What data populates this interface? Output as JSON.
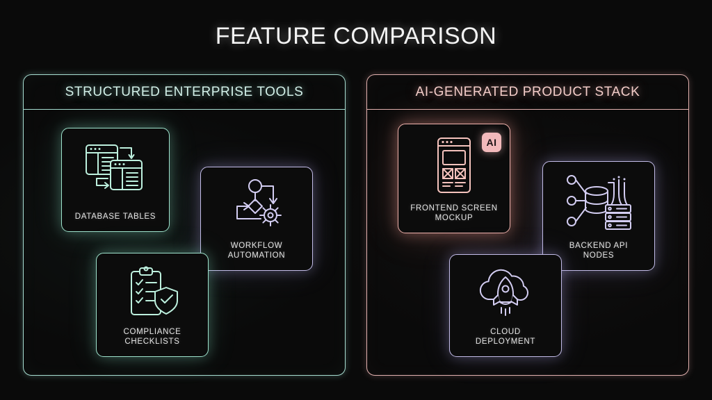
{
  "page": {
    "title": "FEATURE COMPARISON",
    "background_color": "#0a0a0a",
    "title_color": "#f4f4f4"
  },
  "panels": [
    {
      "id": "structured-enterprise-tools",
      "header": "STRUCTURED ENTERPRISE TOOLS",
      "accent_color": "#a8ded2",
      "cards": [
        {
          "id": "database-tables",
          "label": "DATABASE TABLES",
          "icon": "database-tables-icon",
          "theme": "mint",
          "border_color": "#9fe3cd",
          "badge": null
        },
        {
          "id": "workflow-automation",
          "label": "WORKFLOW\nAUTOMATION",
          "icon": "workflow-gear-icon",
          "theme": "lavender",
          "border_color": "#c3bce8",
          "badge": null
        },
        {
          "id": "compliance-checklists",
          "label": "COMPLIANCE\nCHECKLISTS",
          "icon": "clipboard-shield-icon",
          "theme": "mint",
          "border_color": "#9fe3cd",
          "badge": null
        }
      ]
    },
    {
      "id": "ai-generated-product-stack",
      "header": "AI-GENERATED PRODUCT STACK",
      "accent_color": "#e3b2b0",
      "cards": [
        {
          "id": "frontend-screen-mockup",
          "label": "FRONTEND SCREEN\nMOCKUP",
          "icon": "wireframe-mockup-icon",
          "theme": "pink",
          "border_color": "#f0b3ae",
          "badge": "AI",
          "badge_color": "#f2b9bb"
        },
        {
          "id": "backend-api-nodes",
          "label": "BACKEND API\nNODES",
          "icon": "database-server-nodes-icon",
          "theme": "lavender",
          "border_color": "#c3bce8",
          "badge": null
        },
        {
          "id": "cloud-deployment",
          "label": "CLOUD\nDEPLOYMENT",
          "icon": "cloud-rocket-icon",
          "theme": "lavender",
          "border_color": "#c3bce8",
          "badge": null
        }
      ]
    }
  ]
}
